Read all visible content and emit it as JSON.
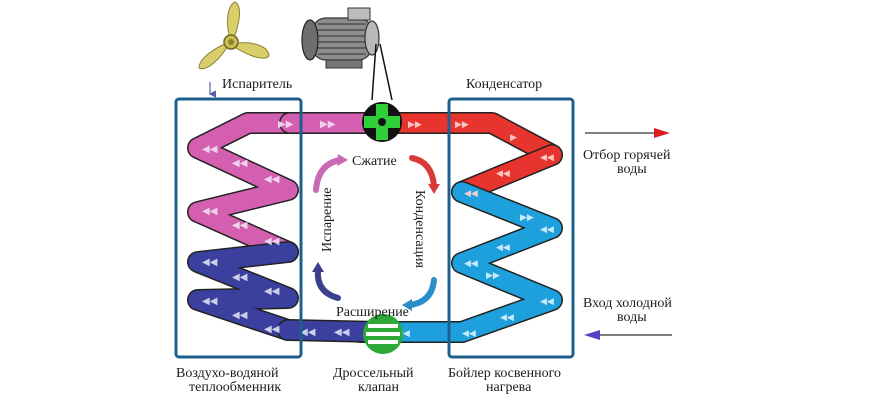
{
  "labels": {
    "evaporator": "Испаритель",
    "condenser": "Конденсатор",
    "hot_water_out": [
      "Отбор горячей",
      "воды"
    ],
    "cold_water_in": [
      "Вход холодной",
      "воды"
    ],
    "air_water_exchanger": [
      "Воздухо-водяной",
      "теплообменник"
    ],
    "throttle_valve": [
      "Дроссельный",
      "клапан"
    ],
    "boiler": [
      "Бойлер косвенного",
      "нагрева"
    ]
  },
  "cycle": {
    "compression": "Сжатие",
    "condensation": "Конденсация",
    "expansion": "Расширение",
    "evaporation": "Испарение"
  },
  "colors": {
    "frame": "#1f5f8b",
    "pink": "#d45fb0",
    "navy": "#3b3f9e",
    "red": "#e8342e",
    "cyan": "#1ea0dc",
    "valve_green": "#2fa83a",
    "compressor_black": "#111111",
    "compressor_green": "#2fcf3a",
    "hot_arrow": "#d81e1e",
    "cold_arrow": "#5a3fc8",
    "propeller": "#d8cf6a"
  }
}
